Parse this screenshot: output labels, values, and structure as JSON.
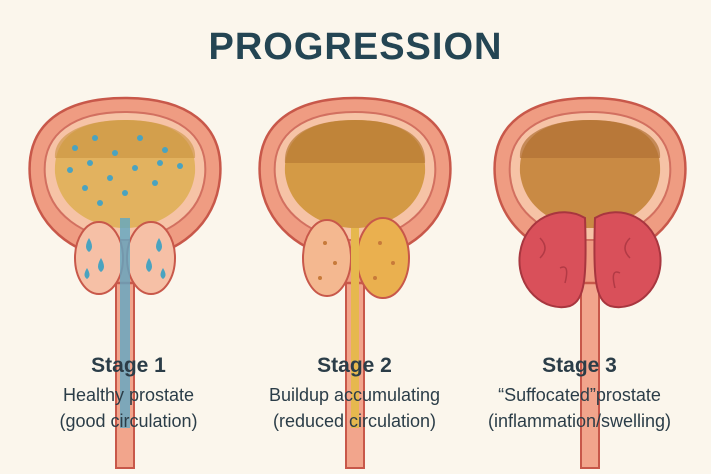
{
  "title": "PROGRESSION",
  "stages": [
    {
      "label": "Stage 1",
      "line1": "Healthy prostate",
      "line2": "(good circulation)"
    },
    {
      "label": "Stage 2",
      "line1": "Buildup accumulating",
      "line2": "(reduced circulation)"
    },
    {
      "label": "Stage 3",
      "line1": "“Suffocated”prostate",
      "line2": "(inflammation/swelling)"
    }
  ],
  "colors": {
    "background": "#fbf6ec",
    "title": "#244553",
    "tissue": "#ee9a80",
    "outline": "#c8584a",
    "fluid_dot": "#4aa3c0"
  }
}
